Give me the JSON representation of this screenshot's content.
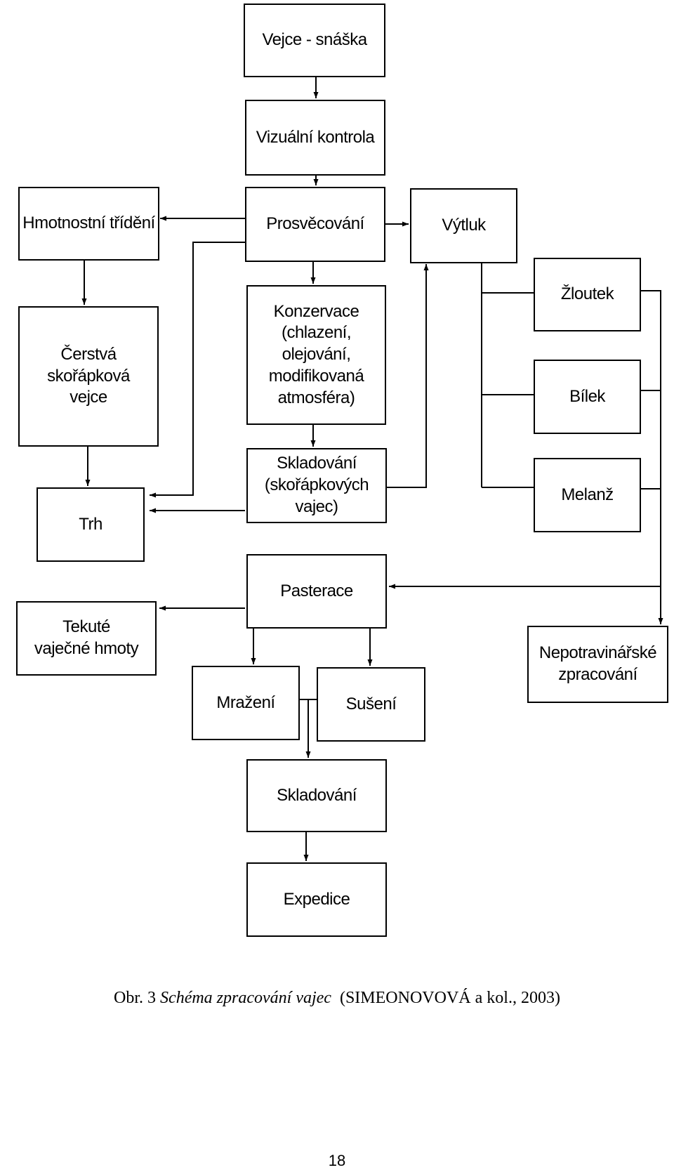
{
  "diagram": {
    "boxes": {
      "vejce_snaska": "Vejce - snáška",
      "vizualni_kontrola": "Vizuální kontrola",
      "hmotnostni_trideni": "Hmotnostní třídění",
      "prosvecovani": "Prosvěcování",
      "vytluk": "Výtluk",
      "zloutek": "Žloutek",
      "cerstva_vejce": "Čerstvá\nskořápková\nvejce",
      "konzervace": "Konzervace\n(chlazení, olejování,\nmodifikovaná\natmosféra)",
      "bilek": "Bílek",
      "skladovani_skorapkovych": "Skladování\n(skořápkových vajec)",
      "melanz": "Melanž",
      "trh": "Trh",
      "pasterace": "Pasterace",
      "tekute_hmoty": "Tekuté\nvaječné hmoty",
      "nepotravinarske": "Nepotravinářské\nzpracování",
      "mrazeni": "Mražení",
      "suseni": "Sušení",
      "skladovani": "Skladování",
      "expedice": "Expedice"
    }
  },
  "caption": {
    "prefix": "Obr. 3 ",
    "title": "Schéma zpracování vajec",
    "source": "  (SIMEONOVOVÁ a kol., 2003)"
  },
  "page_number": "18"
}
